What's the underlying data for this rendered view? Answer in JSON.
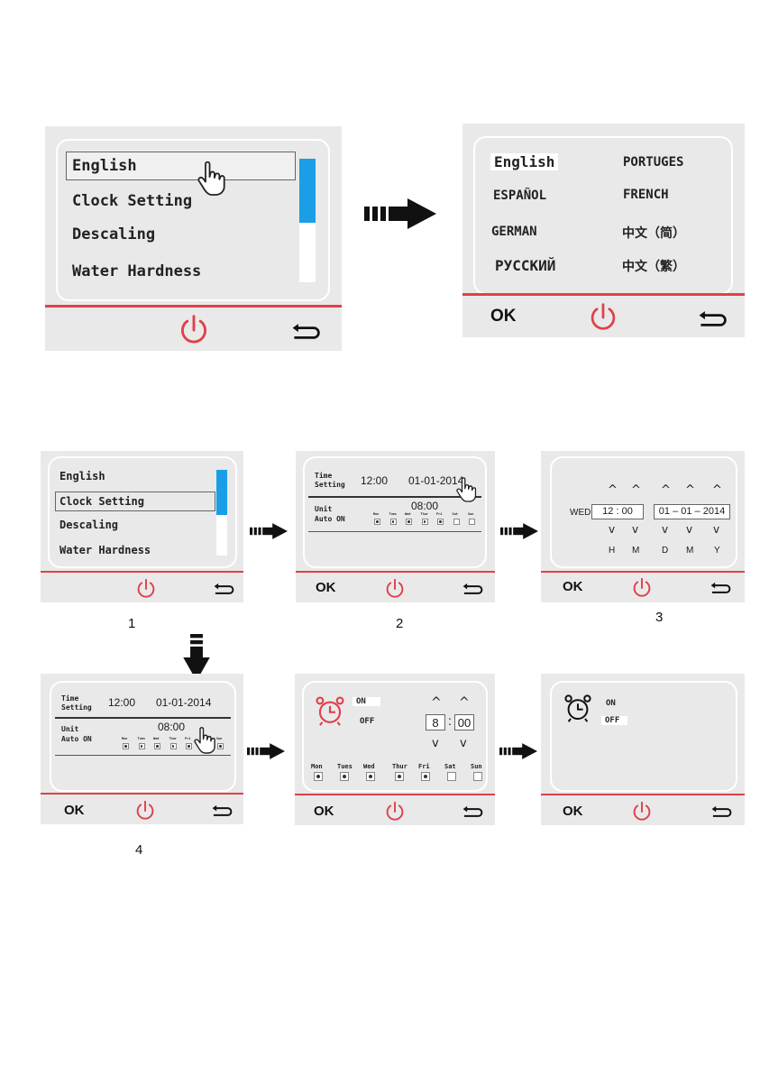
{
  "colors": {
    "panel": "#e9e9e9",
    "accent_red": "#e0404a",
    "scroll_blue": "#1a9ee6"
  },
  "top_menu": {
    "items": [
      "English",
      "Clock Setting",
      "Descaling",
      "Water Hardness"
    ],
    "selected": "English",
    "scroll_fraction": 0.34
  },
  "language_screen": {
    "ok_label": "OK",
    "languages": [
      "English",
      "PORTUGES",
      "ESPAÑOL",
      "FRENCH",
      "GERMAN",
      "中文（简）",
      "РУССКИЙ",
      "中文（繁）"
    ],
    "selected": "English"
  },
  "step1": {
    "items": [
      "English",
      "Clock Setting",
      "Descaling",
      "Water Hardness"
    ],
    "selected": "Clock Setting",
    "label": "1"
  },
  "step2": {
    "ok_label": "OK",
    "time_setting_label": "Time\nSetting",
    "time": "12:00",
    "date": "01-01-2014",
    "unit_label": "Unit\nAuto ON",
    "auto_on_time": "08:00",
    "days": [
      "Mon",
      "Tues",
      "Wed",
      "Thur",
      "Fri",
      "Sat",
      "Sun"
    ],
    "days_active": [
      true,
      true,
      true,
      true,
      true,
      false,
      false
    ],
    "label": "2"
  },
  "step3": {
    "ok_label": "OK",
    "weekday": "WED",
    "time_field": "12 : 00",
    "date_field": "01 – 01 – 2014",
    "up_glyph": "^",
    "down_glyph": "v",
    "field_labels": [
      "H",
      "M",
      "D",
      "M",
      "Y"
    ],
    "label": "3"
  },
  "step4": {
    "ok_label": "OK",
    "time_setting_label": "Time\nSetting",
    "time": "12:00",
    "date": "01-01-2014",
    "unit_label": "Unit\nAuto ON",
    "auto_on_time": "08:00",
    "days": [
      "Mon",
      "Tues",
      "Wed",
      "Thur",
      "Fri",
      "Sat",
      "Sun"
    ],
    "label": "4"
  },
  "step5": {
    "ok_label": "OK",
    "on_label": "ON",
    "off_label": "OFF",
    "hour": "8",
    "colon": ":",
    "minute": "00",
    "up_glyph": "^",
    "down_glyph": "v",
    "days": [
      "Mon",
      "Tues",
      "Wed",
      "Thur",
      "Fri",
      "Sat",
      "Sun"
    ],
    "days_active": [
      true,
      true,
      true,
      true,
      true,
      false,
      false
    ]
  },
  "step6": {
    "ok_label": "OK",
    "on_label": "ON",
    "off_label": "OFF"
  }
}
